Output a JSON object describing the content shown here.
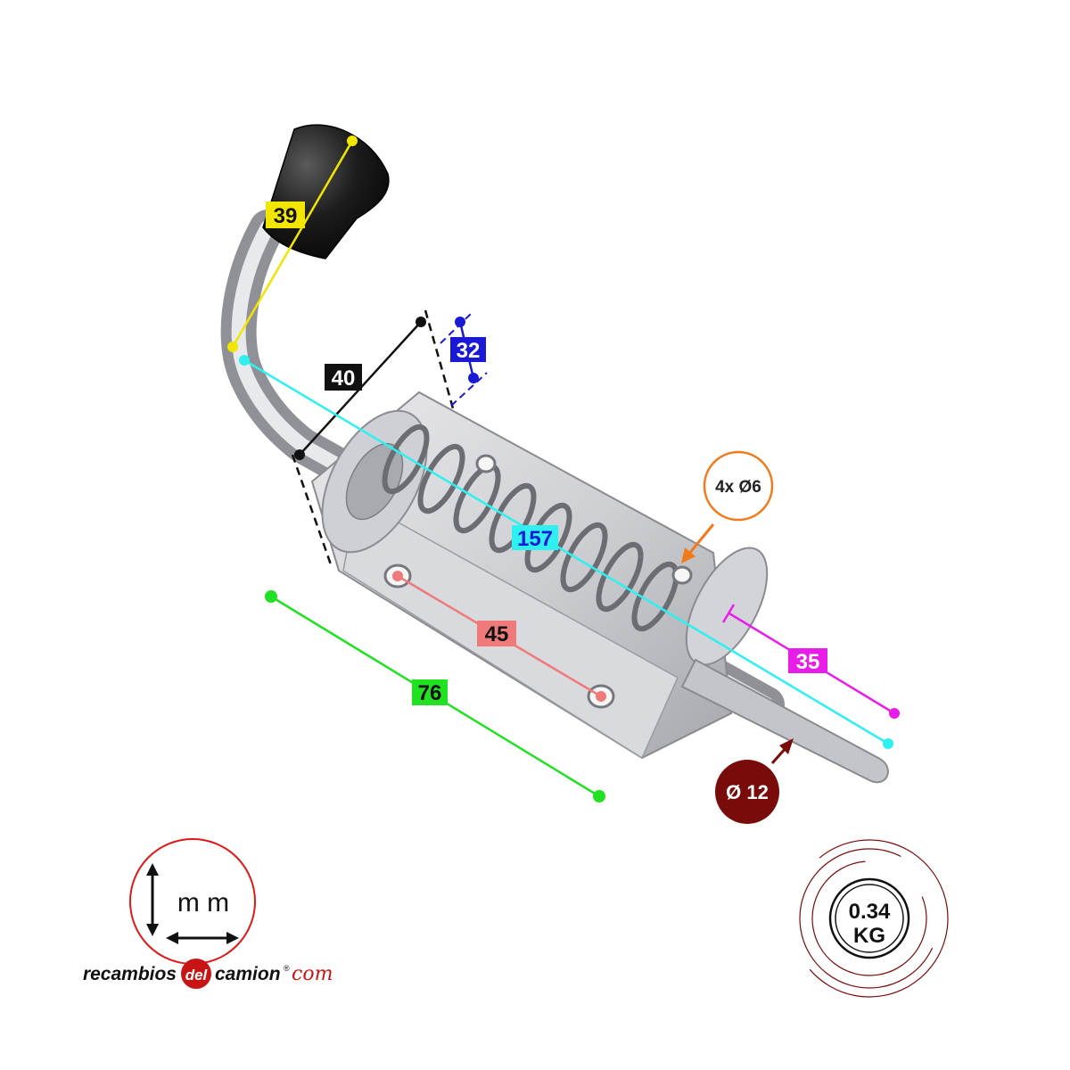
{
  "dimensions": {
    "knob_length": "39",
    "plate_depth": "40",
    "flange_height": "32",
    "total_length": "157",
    "hole_spacing": "45",
    "body_length": "76",
    "pin_protrusion": "35",
    "holes": "4x Ø6",
    "pin_diameter": "Ø 12"
  },
  "units_badge": {
    "text": "m m"
  },
  "weight_badge": {
    "value": "0.34",
    "unit": "KG"
  },
  "brand": {
    "left": "recambios",
    "middle": "del",
    "right": "camion",
    "mark": "®",
    "suffix": "com"
  },
  "colors": {
    "yellow": "#f2e600",
    "black": "#111111",
    "blue": "#1a1ad6",
    "cyan": "#2ff0f0",
    "salmon": "#f07a7a",
    "green": "#22e022",
    "magenta": "#e81ee8",
    "orange": "#f27a1a",
    "maroon": "#7a0b0b",
    "red": "#e01818"
  }
}
